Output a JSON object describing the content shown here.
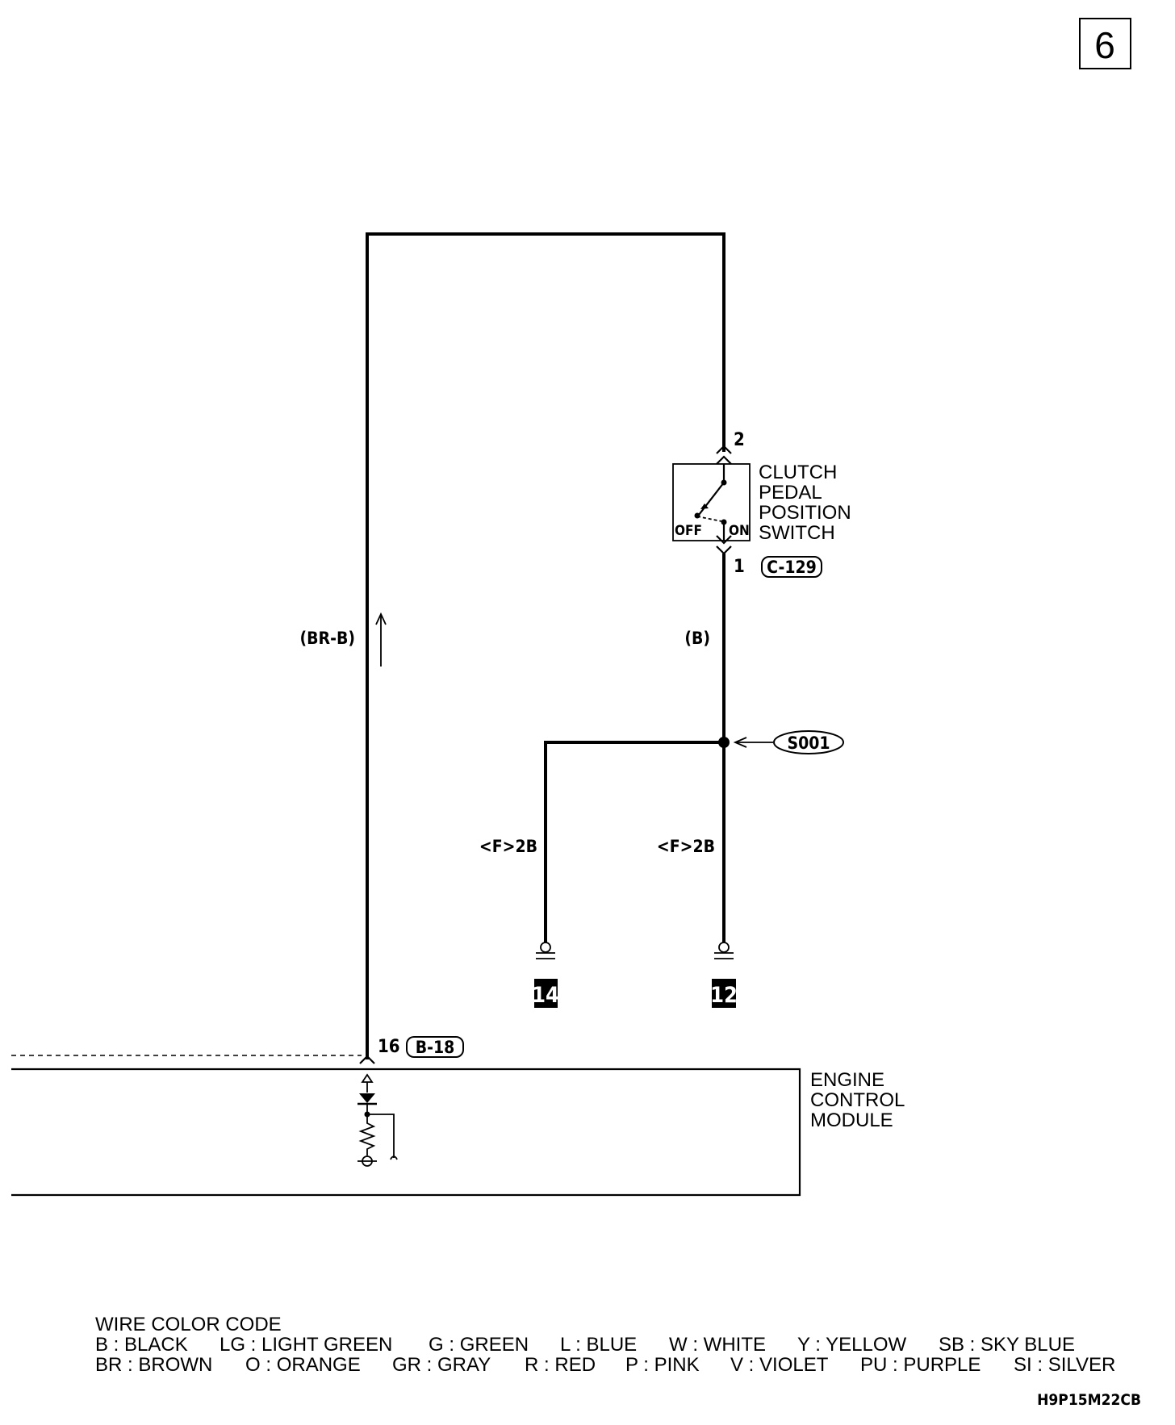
{
  "page_number": "6",
  "diagram_code": "H9P15M22CB",
  "wires": {
    "left_wire_color": "(BR-B)",
    "right_wire_color": "(B)",
    "branch_left_label": "<F>2B",
    "branch_right_label": "<F>2B"
  },
  "clutch_switch": {
    "name_lines": [
      "CLUTCH",
      "PEDAL",
      "POSITION",
      "SWITCH"
    ],
    "pin_top": "2",
    "pin_bottom": "1",
    "connector": "C-129",
    "off_label": "OFF",
    "on_label": "ON"
  },
  "splice": {
    "label": "S001"
  },
  "grounds": [
    {
      "number": "14"
    },
    {
      "number": "12"
    }
  ],
  "ecm": {
    "pin": "16",
    "connector": "B-18",
    "name_lines": [
      "ENGINE",
      "CONTROL",
      "MODULE"
    ]
  },
  "wire_color_code": {
    "title": "WIRE COLOR CODE",
    "row1": [
      {
        "code": "B",
        "color": "BLACK"
      },
      {
        "code": "LG",
        "color": "LIGHT GREEN"
      },
      {
        "code": "G",
        "color": "GREEN"
      },
      {
        "code": "L",
        "color": "BLUE"
      },
      {
        "code": "W",
        "color": "WHITE"
      },
      {
        "code": "Y",
        "color": "YELLOW"
      },
      {
        "code": "SB",
        "color": "SKY BLUE"
      }
    ],
    "row2": [
      {
        "code": "BR",
        "color": "BROWN"
      },
      {
        "code": "O",
        "color": "ORANGE"
      },
      {
        "code": "GR",
        "color": "GRAY"
      },
      {
        "code": "R",
        "color": "RED"
      },
      {
        "code": "P",
        "color": "PINK"
      },
      {
        "code": "V",
        "color": "VIOLET"
      },
      {
        "code": "PU",
        "color": "PURPLE"
      },
      {
        "code": "SI",
        "color": "SILVER"
      }
    ]
  }
}
